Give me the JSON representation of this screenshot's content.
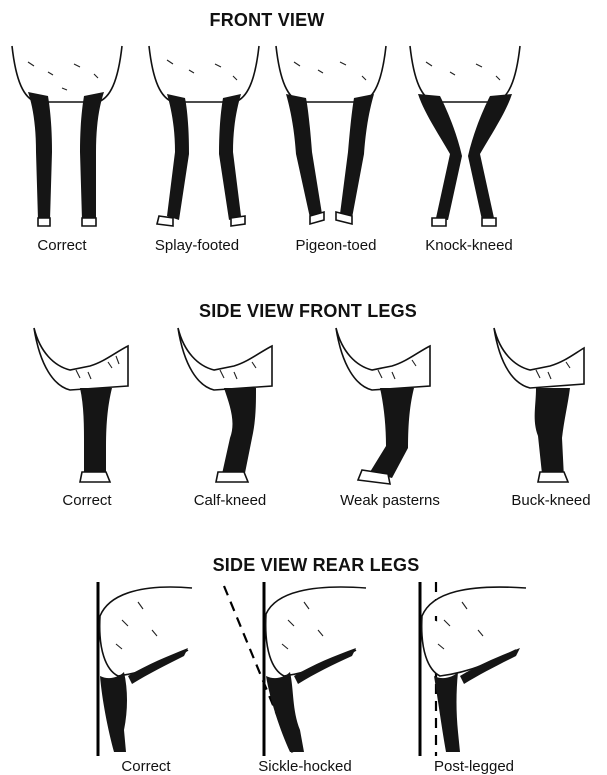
{
  "sections": {
    "front": {
      "title": "FRONT VIEW",
      "labels": [
        "Correct",
        "Splay-footed",
        "Pigeon-toed",
        "Knock-kneed"
      ]
    },
    "side_front": {
      "title": "SIDE VIEW FRONT LEGS",
      "labels": [
        "Correct",
        "Calf-kneed",
        "Weak pasterns",
        "Buck-kneed"
      ]
    },
    "side_rear": {
      "title": "SIDE VIEW REAR LEGS",
      "labels": [
        "Correct",
        "Sickle-hocked",
        "Post-legged"
      ]
    }
  }
}
